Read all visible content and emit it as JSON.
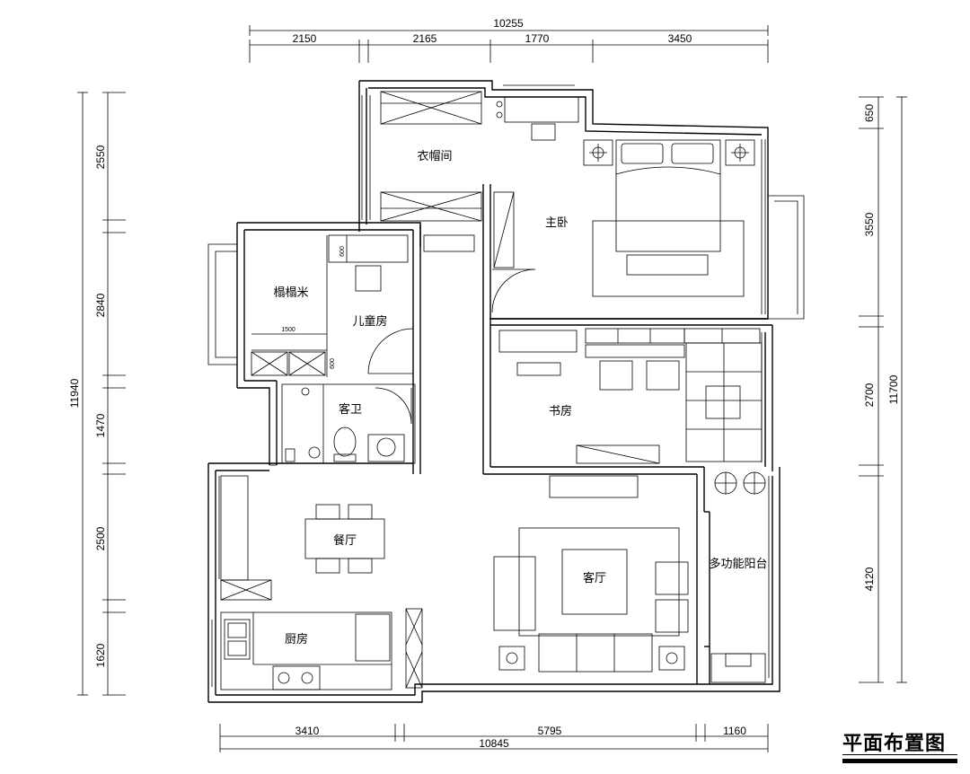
{
  "title": "平面布置图",
  "dimensions": {
    "top_total": "10255",
    "top": [
      "2150",
      "2165",
      "1770",
      "3450"
    ],
    "bottom": [
      "3410",
      "5795",
      "1160"
    ],
    "bottom_total": "10845",
    "left": [
      "2550",
      "2840",
      "1470",
      "2500",
      "1620"
    ],
    "left_total": "11940",
    "right": [
      "650",
      "3550",
      "2700",
      "4120"
    ],
    "right_total": "11700"
  },
  "rooms": {
    "cloakroom": "衣帽间",
    "master_bedroom": "主卧",
    "tatami": "榻榻米",
    "kids_room": "儿童房",
    "guest_bath": "客卫",
    "study": "书房",
    "dining": "餐厅",
    "living": "客厅",
    "kitchen": "厨房",
    "balcony": "多功能阳台"
  },
  "furniture_labels": {
    "tatami_width": "1500",
    "desk_depth": "600",
    "cabinet_depth": "600"
  }
}
